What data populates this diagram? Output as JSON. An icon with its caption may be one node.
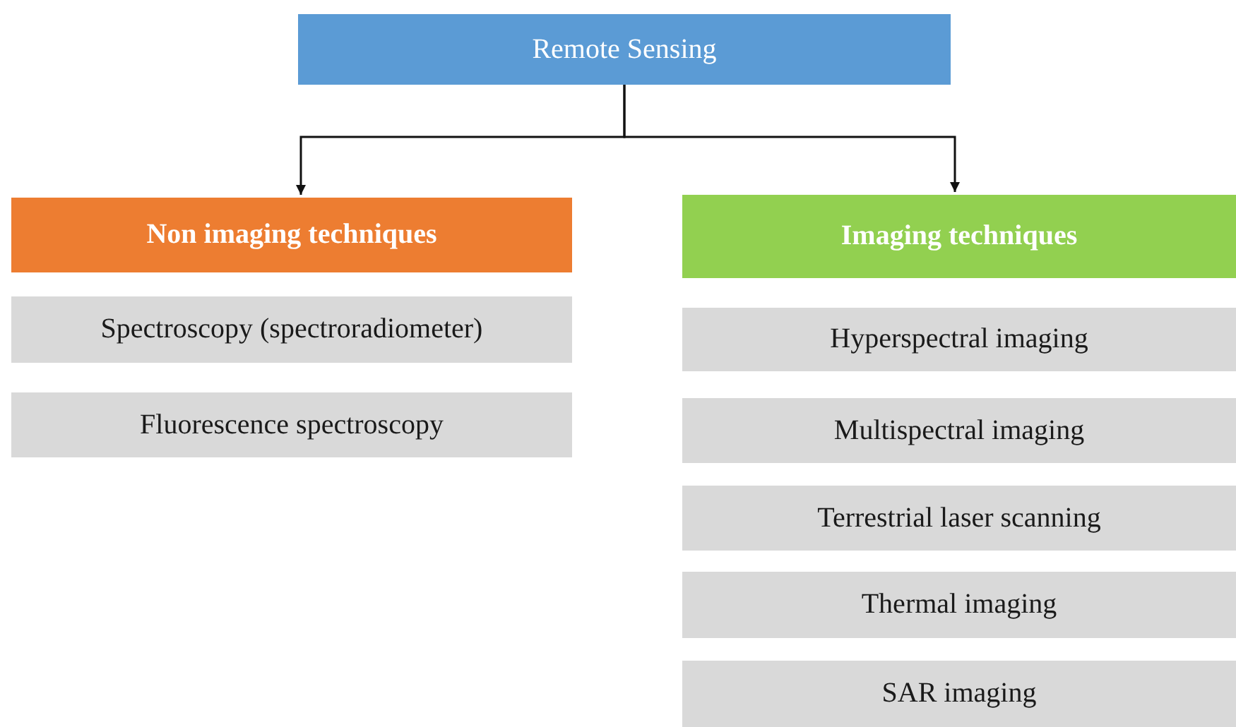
{
  "diagram": {
    "nodes": [
      {
        "text": [
          "Remote Sensing"
        ]
      },
      {
        "text": [
          "Non imaging techniques"
        ]
      },
      {
        "text": [
          "Imaging techniques"
        ]
      },
      {
        "text": [
          "Spectroscopy (spectroradiometer)"
        ]
      },
      {
        "text": [
          "Fluorescence spectroscopy"
        ]
      },
      {
        "text": [
          "Hyperspectral imaging"
        ]
      },
      {
        "text": [
          "Multispectral imaging"
        ]
      },
      {
        "text": [
          "Terrestrial laser scanning"
        ]
      },
      {
        "text": [
          "Thermal imaging"
        ]
      },
      {
        "text": [
          "SAR imaging"
        ]
      }
    ],
    "edges": [
      {
        "from": 0,
        "to": 1,
        "arrow": "to"
      },
      {
        "from": 0,
        "to": 2,
        "arrow": "to"
      }
    ]
  }
}
